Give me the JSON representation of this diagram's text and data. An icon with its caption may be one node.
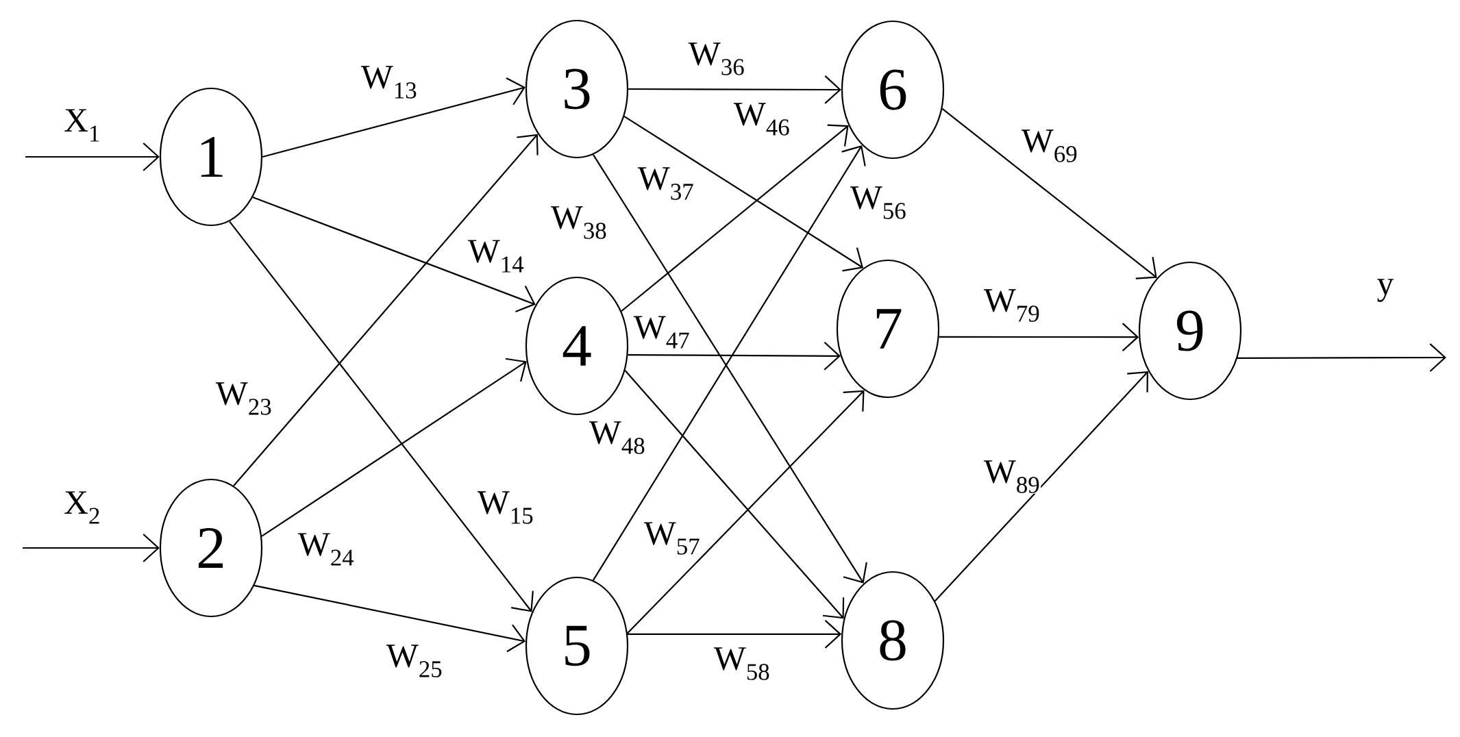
{
  "diagram": {
    "nodes": [
      {
        "text": [
          "1"
        ]
      },
      {
        "text": [
          "2"
        ]
      },
      {
        "text": [
          "3"
        ]
      },
      {
        "text": [
          "4"
        ]
      },
      {
        "text": [
          "5"
        ]
      },
      {
        "text": [
          "6"
        ]
      },
      {
        "text": [
          "7"
        ]
      },
      {
        "text": [
          "8"
        ]
      },
      {
        "text": [
          "9"
        ]
      }
    ],
    "edges": [
      {
        "from": null,
        "to": 0,
        "arrow": "to",
        "label": "X$_{1}$"
      },
      {
        "from": null,
        "to": 1,
        "arrow": "to",
        "label": "X$_{2}$"
      },
      {
        "from": 0,
        "to": 2,
        "arrow": "to",
        "label": "W$_{13}$"
      },
      {
        "from": 0,
        "to": 3,
        "arrow": "to",
        "label": "W$_{14}$"
      },
      {
        "from": 0,
        "to": 4,
        "arrow": "to",
        "label": "W$_{15}$"
      },
      {
        "from": 1,
        "to": 2,
        "arrow": "to",
        "label": "W$_{23}$"
      },
      {
        "from": 1,
        "to": 3,
        "arrow": "to",
        "label": "W$_{24}$"
      },
      {
        "from": 1,
        "to": 4,
        "arrow": "to",
        "label": "W$_{25}$"
      },
      {
        "from": 2,
        "to": 5,
        "arrow": "to",
        "label": "W$_{36}$"
      },
      {
        "from": 2,
        "to": 6,
        "arrow": "to",
        "label": "W$_{37}$"
      },
      {
        "from": 2,
        "to": 7,
        "arrow": "to",
        "label": "W$_{38}$"
      },
      {
        "from": 3,
        "to": 5,
        "arrow": "to",
        "label": "W$_{46}$"
      },
      {
        "from": 3,
        "to": 6,
        "arrow": "to",
        "label": "W$_{47}$"
      },
      {
        "from": 3,
        "to": 7,
        "arrow": "to",
        "label": "W$_{48}$"
      },
      {
        "from": 4,
        "to": 5,
        "arrow": "to",
        "label": "W$_{56}$"
      },
      {
        "from": 4,
        "to": 6,
        "arrow": "to",
        "label": "W$_{57}$"
      },
      {
        "from": 4,
        "to": 7,
        "arrow": "to",
        "label": "W$_{58}$"
      },
      {
        "from": 5,
        "to": 8,
        "arrow": "to",
        "label": "W$_{69}$"
      },
      {
        "from": 6,
        "to": 8,
        "arrow": "to",
        "label": "W$_{79}$"
      },
      {
        "from": 7,
        "to": 8,
        "arrow": "to",
        "label": "W$_{89}$"
      },
      {
        "from": 8,
        "to": null,
        "arrow": "to",
        "label": "y"
      }
    ]
  }
}
